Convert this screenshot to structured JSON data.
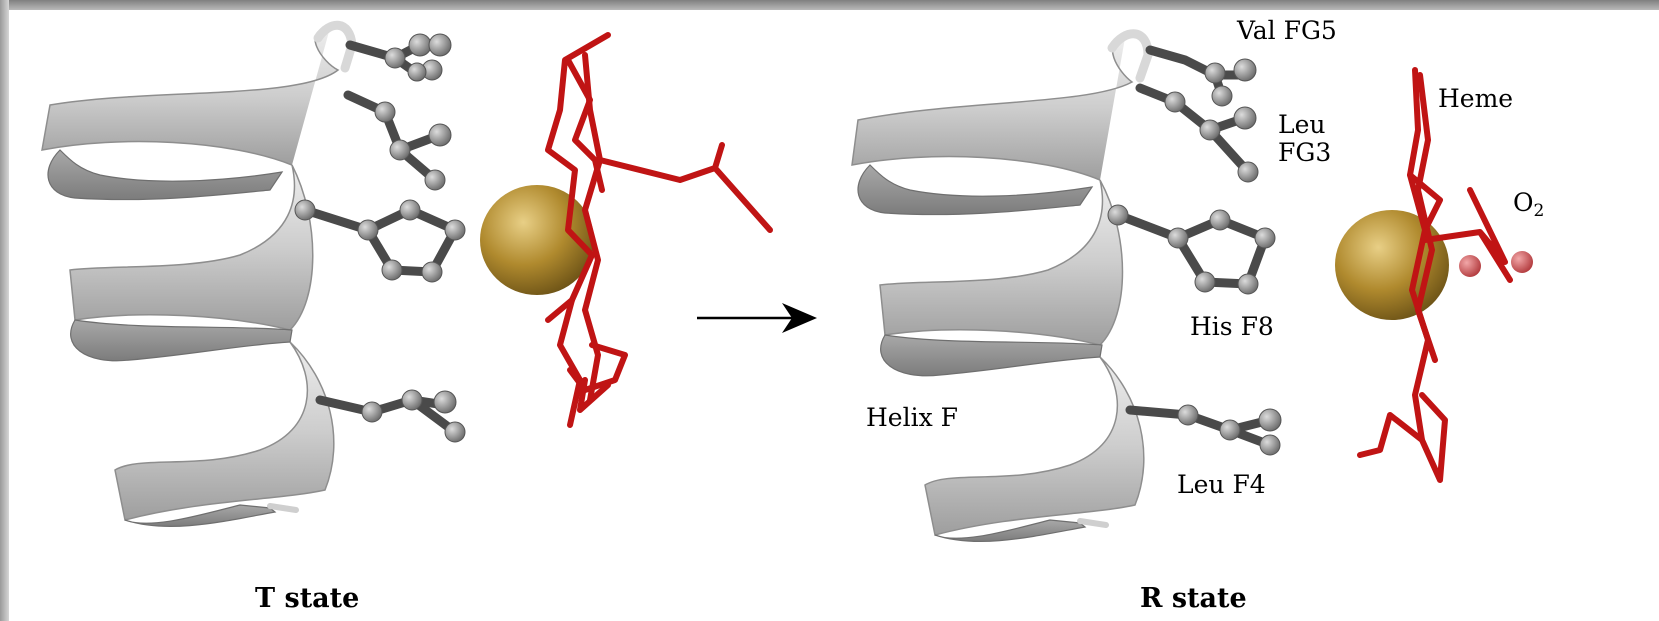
{
  "panels": [
    {
      "caption": "T state"
    },
    {
      "caption": "R state"
    }
  ],
  "labels": {
    "val_fg5": "Val FG5",
    "heme": "Heme",
    "leu_fg3_line1": "Leu",
    "leu_fg3_line2": "FG3",
    "o2": "O",
    "o2_subscript": "2",
    "his_f8": "His F8",
    "helix_f": "Helix F",
    "leu_f4": "Leu F4"
  },
  "colors": {
    "helix": "#c7c7c7",
    "side_chain": "#4a4a4a",
    "atom": "#8a8a8a",
    "heme": "#c01414",
    "iron": "#b08a2e",
    "oxygen": "#d6575a",
    "arrow": "#000000"
  }
}
